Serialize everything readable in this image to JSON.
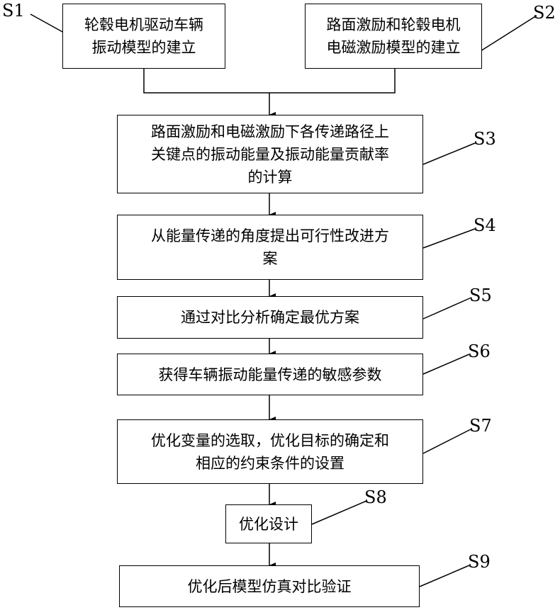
{
  "steps": {
    "s1": {
      "label": "S1",
      "lines": [
        "轮毂电机驱动车辆",
        "振动模型的建立"
      ]
    },
    "s2": {
      "label": "S2",
      "lines": [
        "路面激励和轮毂电机",
        "电磁激励模型的建立"
      ]
    },
    "s3": {
      "label": "S3",
      "lines": [
        "路面激励和电磁激励下各传递路径上",
        "关键点的振动能量及振动能量贡献率",
        "的计算"
      ]
    },
    "s4": {
      "label": "S4",
      "lines": [
        "从能量传递的角度提出可行性改进方",
        "案"
      ]
    },
    "s5": {
      "label": "S5",
      "lines": [
        "通过对比分析确定最优方案"
      ]
    },
    "s6": {
      "label": "S6",
      "lines": [
        "获得车辆振动能量传递的敏感参数"
      ]
    },
    "s7": {
      "label": "S7",
      "lines": [
        "优化变量的选取，优化目标的确定和",
        "相应的约束条件的设置"
      ]
    },
    "s8": {
      "label": "S8",
      "lines": [
        "优化设计"
      ]
    },
    "s9": {
      "label": "S9",
      "lines": [
        "优化后模型仿真对比验证"
      ]
    }
  }
}
